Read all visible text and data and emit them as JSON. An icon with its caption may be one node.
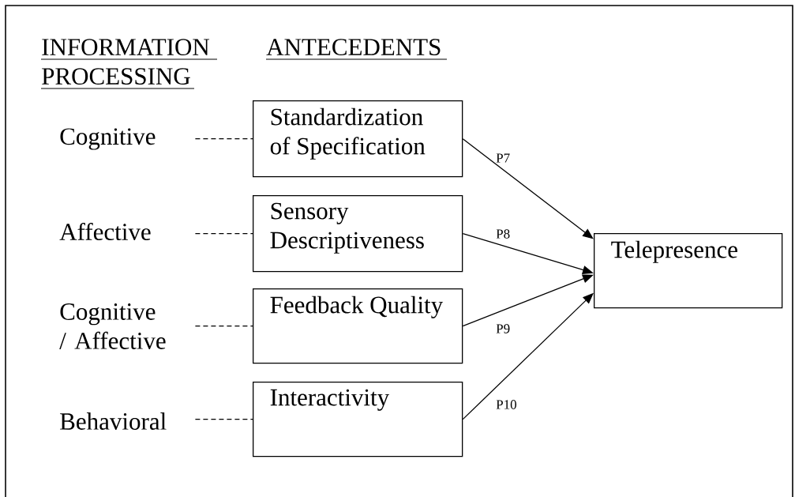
{
  "diagram": {
    "nodes": [
      {
        "text": [
          "Cognitive"
        ]
      },
      {
        "text": [
          "Affective"
        ]
      },
      {
        "text": [
          "Cognitive / Affective"
        ]
      },
      {
        "text": [
          "Behavioral"
        ]
      },
      {
        "text": [
          "Standardization of Specification"
        ]
      },
      {
        "text": [
          "Sensory Descriptiveness"
        ]
      },
      {
        "text": [
          "Feedback Quality"
        ]
      },
      {
        "text": [
          "Interactivity"
        ]
      },
      {
        "text": [
          "Telepresence"
        ]
      }
    ],
    "edges": [
      {
        "from": 0,
        "to": 4,
        "arrow": "none",
        "style": "dashed"
      },
      {
        "from": 1,
        "to": 5,
        "arrow": "none",
        "style": "dashed"
      },
      {
        "from": 2,
        "to": 6,
        "arrow": "none",
        "style": "dashed"
      },
      {
        "from": 3,
        "to": 7,
        "arrow": "none",
        "style": "dashed"
      },
      {
        "from": 4,
        "to": 8,
        "arrow": "to",
        "label": "P7"
      },
      {
        "from": 5,
        "to": 8,
        "arrow": "to",
        "label": "P8"
      },
      {
        "from": 6,
        "to": 8,
        "arrow": "to",
        "label": "P9"
      },
      {
        "from": 7,
        "to": 8,
        "arrow": "to",
        "label": "P10"
      }
    ],
    "labels": [
      "INFORMATION PROCESSING",
      "ANTECEDENTS"
    ]
  }
}
